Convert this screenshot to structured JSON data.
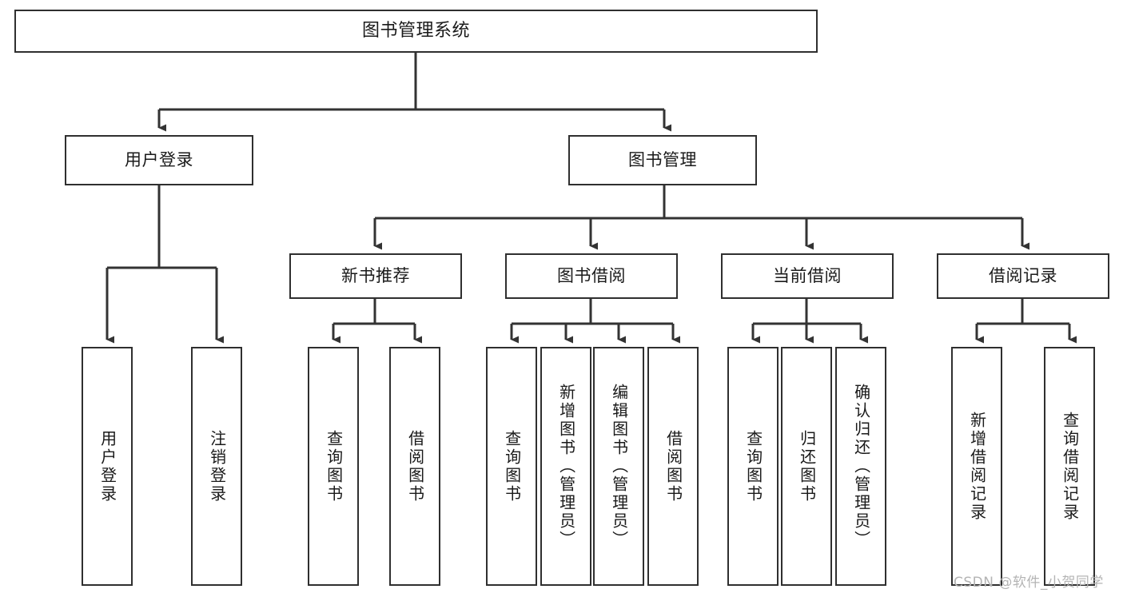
{
  "diagram": {
    "title": "图书管理系统",
    "watermark": "CSDN @软件_小贺同学",
    "colors": {
      "border": "#2f2f2f",
      "edge": "#333333",
      "background": "#ffffff",
      "text": "#1a1a1a",
      "watermark": "#b4b4b4"
    },
    "nodes": {
      "root": "图书管理系统",
      "level2": {
        "user_login": "用户登录",
        "book_manage": "图书管理"
      },
      "level3": {
        "new_book_rec": "新书推荐",
        "book_borrow": "图书借阅",
        "current_borrow": "当前借阅",
        "borrow_record": "借阅记录"
      },
      "leaves": {
        "user_login_1": "用户登录",
        "user_login_2": "注销登录",
        "new_book_rec_1": "查询图书",
        "new_book_rec_2": "借阅图书",
        "book_borrow_1": "查询图书",
        "book_borrow_2": "新增图书（管理员）",
        "book_borrow_3": "编辑图书（管理员）",
        "book_borrow_4": "借阅图书",
        "current_borrow_1": "查询图书",
        "current_borrow_2": "归还图书",
        "current_borrow_3": "确认归还（管理员）",
        "borrow_record_1": "新增借阅记录",
        "borrow_record_2": "查询借阅记录"
      }
    }
  }
}
